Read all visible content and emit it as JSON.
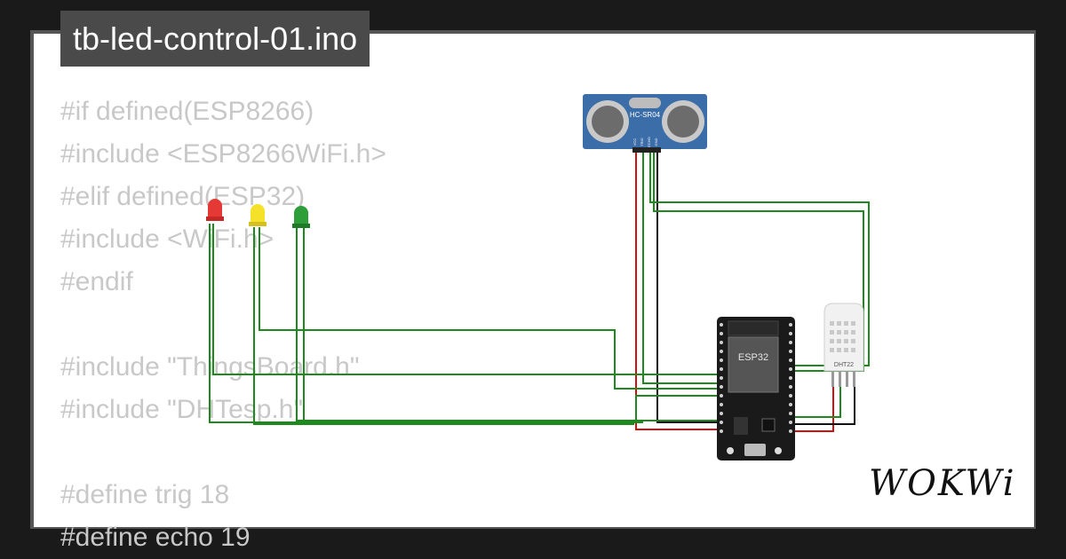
{
  "title": "tb-led-control-01.ino",
  "code_lines": [
    "#if defined(ESP8266)",
    "#include <ESP8266WiFi.h>",
    "#elif defined(ESP32)",
    "#include <WiFi.h>",
    "#endif",
    "",
    "#include \"ThingsBoard.h\"",
    "#include \"DHTesp.h\"",
    "",
    "#define trig 18",
    "#define echo 19"
  ],
  "components": {
    "ultrasonic_label": "HC-SR04",
    "ultrasonic_pins": [
      "VCC",
      "TRIG",
      "ECHO",
      "GND"
    ],
    "mcu_label": "ESP32",
    "dht_label": "DHT22"
  },
  "leds": [
    {
      "color_name": "red",
      "color": "#e53935"
    },
    {
      "color_name": "yellow",
      "color": "#f5e12a"
    },
    {
      "color_name": "green",
      "color": "#2e9e3a"
    }
  ],
  "wire_colors": {
    "signal": "#1e8a1e",
    "power": "#d01010",
    "ground": "#111111"
  },
  "logo": "WOKWi"
}
